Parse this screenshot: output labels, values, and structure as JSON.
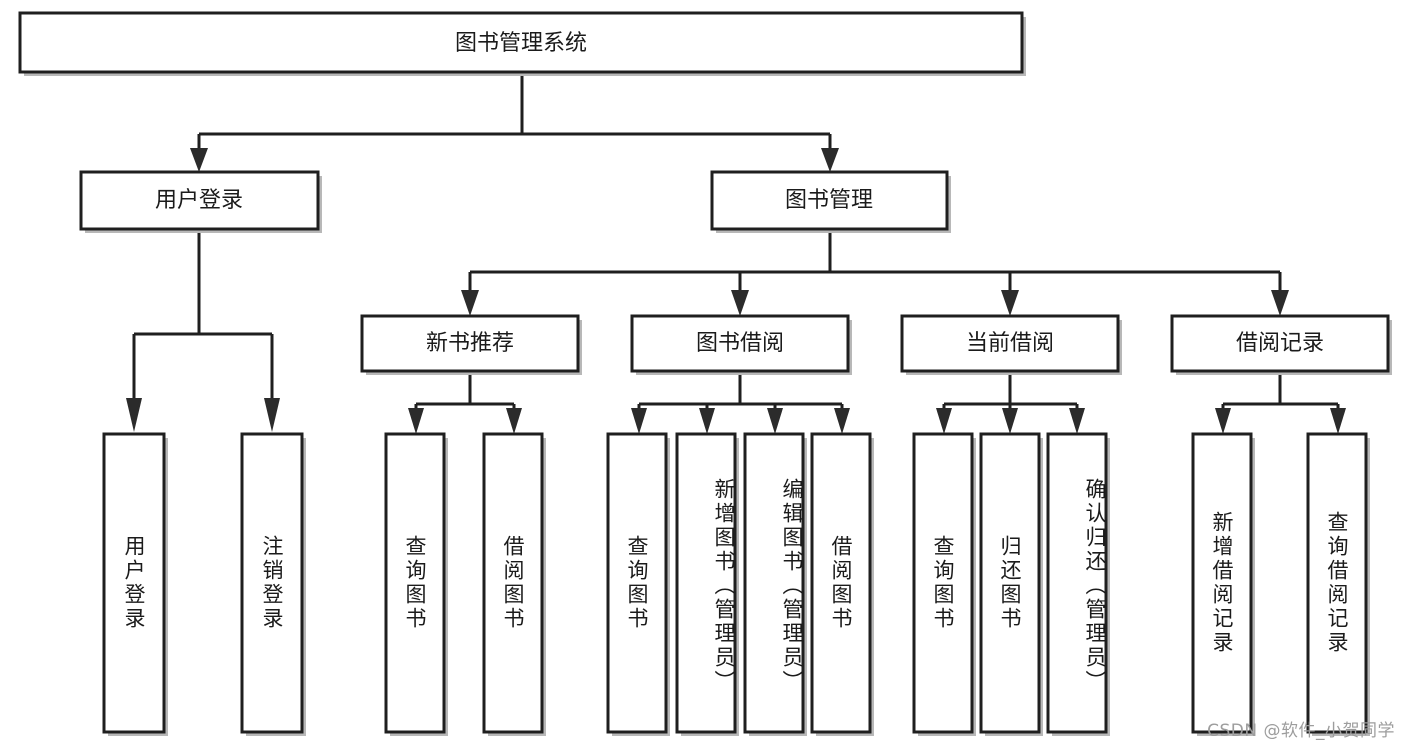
{
  "diagram": {
    "type": "tree",
    "title": "图书管理系统",
    "orientation": "top-down",
    "colors": {
      "box_fill": "#ffffff",
      "box_stroke": "#1f1f1f",
      "connector": "#1f1f1f",
      "text": "#1b1b1b",
      "watermark": "#9d9d9d"
    },
    "root": {
      "id": "root",
      "label": "图书管理系统",
      "text_orientation": "horizontal"
    },
    "level2": [
      {
        "id": "user-login",
        "label": "用户登录",
        "text_orientation": "horizontal"
      },
      {
        "id": "book-manage",
        "label": "图书管理",
        "text_orientation": "horizontal"
      }
    ],
    "level3": [
      {
        "id": "new-book-recommend",
        "label": "新书推荐",
        "text_orientation": "horizontal",
        "parent": "book-manage"
      },
      {
        "id": "book-borrow",
        "label": "图书借阅",
        "text_orientation": "horizontal",
        "parent": "book-manage"
      },
      {
        "id": "current-borrow",
        "label": "当前借阅",
        "text_orientation": "horizontal",
        "parent": "book-manage"
      },
      {
        "id": "borrow-record",
        "label": "借阅记录",
        "text_orientation": "horizontal",
        "parent": "book-manage"
      }
    ],
    "leaves": [
      {
        "id": "leaf-user-login",
        "label": "用户登录",
        "parent": "user-login",
        "text_orientation": "vertical"
      },
      {
        "id": "leaf-logout",
        "label": "注销登录",
        "parent": "user-login",
        "text_orientation": "vertical"
      },
      {
        "id": "leaf-query-book-1",
        "label": "查询图书",
        "parent": "new-book-recommend",
        "text_orientation": "vertical"
      },
      {
        "id": "leaf-borrow-book-1",
        "label": "借阅图书",
        "parent": "new-book-recommend",
        "text_orientation": "vertical"
      },
      {
        "id": "leaf-query-book-2",
        "label": "查询图书",
        "parent": "book-borrow",
        "text_orientation": "vertical"
      },
      {
        "id": "leaf-add-book",
        "label": "新增图书（管理员）",
        "parent": "book-borrow",
        "text_orientation": "vertical"
      },
      {
        "id": "leaf-edit-book",
        "label": "编辑图书（管理员）",
        "parent": "book-borrow",
        "text_orientation": "vertical"
      },
      {
        "id": "leaf-borrow-book-2",
        "label": "借阅图书",
        "parent": "book-borrow",
        "text_orientation": "vertical"
      },
      {
        "id": "leaf-query-book-3",
        "label": "查询图书",
        "parent": "current-borrow",
        "text_orientation": "vertical"
      },
      {
        "id": "leaf-return-book",
        "label": "归还图书",
        "parent": "current-borrow",
        "text_orientation": "vertical"
      },
      {
        "id": "leaf-confirm-return",
        "label": "确认归还（管理员）",
        "parent": "current-borrow",
        "text_orientation": "vertical"
      },
      {
        "id": "leaf-add-record",
        "label": "新增借阅记录",
        "parent": "borrow-record",
        "text_orientation": "vertical"
      },
      {
        "id": "leaf-query-record",
        "label": "查询借阅记录",
        "parent": "borrow-record",
        "text_orientation": "vertical"
      }
    ]
  },
  "watermark": {
    "text": "CSDN @软件_小贺同学"
  }
}
